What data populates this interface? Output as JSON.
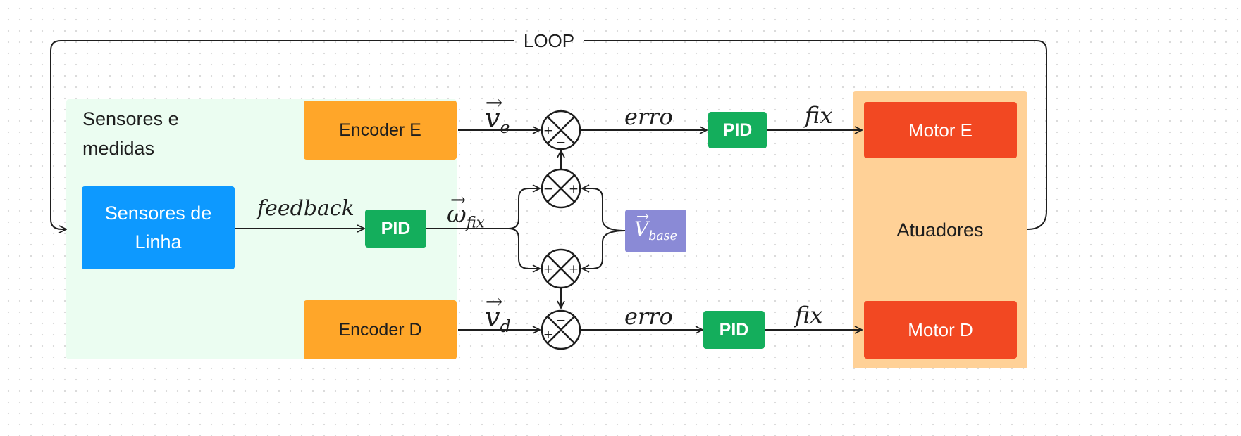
{
  "loop_label": "LOOP",
  "regions": {
    "sensors": {
      "label": "Sensores e medidas",
      "color": "#ebfdf1"
    },
    "actuators": {
      "label": "Atuadores",
      "color": "#ffd197"
    }
  },
  "blocks": {
    "encoder_e": {
      "label": "Encoder E",
      "color": "#ffa629"
    },
    "encoder_d": {
      "label": "Encoder D",
      "color": "#ffa629"
    },
    "line_sensors": {
      "label": "Sensores de Linha",
      "color": "#0d99ff"
    },
    "pid_line": {
      "label": "PID",
      "color": "#14ae5c"
    },
    "pid_e": {
      "label": "PID",
      "color": "#14ae5c"
    },
    "pid_d": {
      "label": "PID",
      "color": "#14ae5c"
    },
    "motor_e": {
      "label": "Motor E",
      "color": "#f24822"
    },
    "motor_d": {
      "label": "Motor D",
      "color": "#f24822"
    },
    "v_base": {
      "symbol": "V",
      "subscript": "base",
      "color": "#8a8ad6"
    }
  },
  "signals": {
    "v_e": {
      "symbol": "v",
      "subscript": "e"
    },
    "v_d": {
      "symbol": "v",
      "subscript": "d"
    },
    "omega_fix": {
      "symbol": "ω",
      "subscript": "fix"
    },
    "feedback": "feedback",
    "erro_e": "erro",
    "erro_d": "erro",
    "fix_e": "fix",
    "fix_d": "fix"
  },
  "summing_junctions": {
    "s1": {
      "signs": [
        "+",
        "−"
      ]
    },
    "s2": {
      "signs": [
        "−",
        "+"
      ]
    },
    "s3": {
      "signs": [
        "+",
        "+"
      ]
    },
    "s4": {
      "signs": [
        "+",
        "−"
      ]
    }
  }
}
